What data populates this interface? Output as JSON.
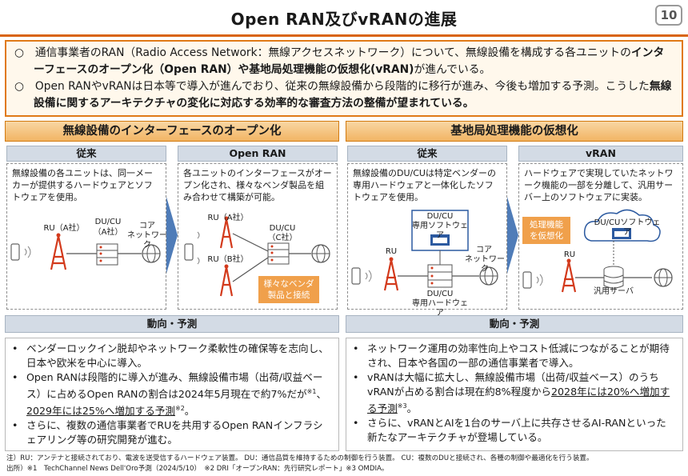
{
  "header": {
    "title": "Open RAN及びvRANの進展",
    "page_number": "10"
  },
  "summary": {
    "p1_pre": "○　通信事業者のRAN（Radio Access Network：無線アクセスネットワーク）について、無線設備を構成する各ユニットの",
    "p1_bold": "インターフェースのオープン化（Open RAN）や基地局処理機能の仮想化(vRAN)",
    "p1_post": "が進んでいる。",
    "p2_pre": "○　Open RANやvRANは日本等で導入が進んでおり、従来の無線設備から段階的に移行が進み、今後も増加する予測。こうした",
    "p2_bold": "無線設備に関するアーキテクチャの変化に対応する効率的な審査方法の整備が望まれている。"
  },
  "left": {
    "band": "無線設備のインターフェースのオープン化",
    "conv": {
      "header": "従来",
      "text": "無線設備の各ユニットは、同一メーカーが提供するハードウェアとソフトウェアを使用。",
      "ru": "RU（A社）",
      "ducu": "DU/CU",
      "ducu2": "（A社）",
      "core1": "コア",
      "core2": "ネットワーク"
    },
    "oran": {
      "header": "Open RAN",
      "text": "各ユニットのインターフェースがオープン化され、様々なベンダ製品を組み合わせて構築が可能。",
      "ru_a": "RU（A社）",
      "ru_b": "RU（B社）",
      "ducu": "DU/CU",
      "ducu2": "（C社）",
      "vendor1": "様々なベンダ",
      "vendor2": "製品と接続"
    },
    "trend_header": "動向・予測",
    "trends": [
      "ベンダーロックイン脱却やネットワーク柔軟性の確保等を志向し、日本や欧米を中心に導入。",
      "さらに、複数の通信事業者でRUを共用するOpen RANインフラシェアリング等の研究開発が進む。"
    ],
    "trend2_pre": "Open RANは段階的に導入が進み、無線設備市場（出荷/収益ベース）に占めるOpen RANの割合は2024年5月現在で約7%だが",
    "trend2_sup1": "※1",
    "trend2_sep": "、",
    "trend2_u": "2029年には25%へ増加する予測",
    "trend2_sup2": "※2",
    "trend2_end": "。"
  },
  "right": {
    "band": "基地局処理機能の仮想化",
    "conv": {
      "header": "従来",
      "text": "無線設備のDU/CUは特定ベンダーの専用ハードウェアと一体化したソフトウェアを使用。",
      "ducu1": "DU/CU",
      "ducu2": "専用ソフトウェア",
      "ru": "RU",
      "core1": "コア",
      "core2": "ネットワーク",
      "ducu3": "DU/CU",
      "ducu4": "専用ハードウェア"
    },
    "vran": {
      "header": "vRAN",
      "text": "ハードウェアで実現していたネットワーク機能の一部を分離して、汎用サーバー上のソフトウェアに実装。",
      "virt1": "処理機能",
      "virt2": "を仮想化",
      "cloud": "DU/CUソフトウェア",
      "ru": "RU",
      "server": "汎用サーバ"
    },
    "trend_header": "動向・予測",
    "trend1": "ネットワーク運用の効率性向上やコスト低減につながることが期待され、日本や各国の一部の通信事業者で導入。",
    "trend2_pre": "vRANは大幅に拡大し、無線設備市場（出荷/収益ベース）のうちvRANが占める割合は現在約8%程度から",
    "trend2_u": "2028年には20%へ増加する予測",
    "trend2_sup": "※3",
    "trend2_end": "。",
    "trend3": "さらに、vRANとAIを1台のサーバ上に共存させるAI-RANといった新たなアーキテクチャが登場している。"
  },
  "footer": {
    "note": "注）RU：アンテナと接続されており、電波を送受信するハードウェア装置。 DU：通信品質を維持するための制御を行う装置。 CU：複数のDUと接続され、各種の制御や最適化を行う装置。",
    "source": "出所）※1　TechChannel News Dell'Oro予測（2024/5/10）　※2 DRI「オープンRAN：先行研究レポート」※3 OMDIA。"
  }
}
